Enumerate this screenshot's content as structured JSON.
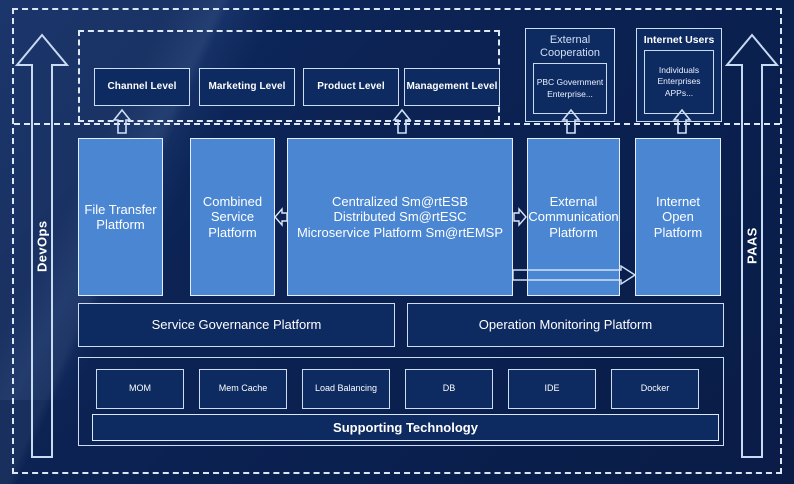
{
  "colors": {
    "background_dark": "#0b2150",
    "panel_dark": "#0d2a61",
    "platform_blue": "#4a86d2",
    "outline": "#ccdcf2",
    "text": "#ffffff"
  },
  "side_arrows": {
    "left": {
      "label": "DevOps",
      "direction": "up"
    },
    "right": {
      "label": "PAAS",
      "direction": "up"
    }
  },
  "business_levels": {
    "items": [
      {
        "label": "Channel Level"
      },
      {
        "label": "Marketing Level"
      },
      {
        "label": "Product Level"
      },
      {
        "label": "Management Level"
      }
    ]
  },
  "external_groups": [
    {
      "title": "External Cooperation",
      "detail": "PBC Government Enterprise..."
    },
    {
      "title": "Internet Users",
      "detail": "Individuals Enterprises APPs..."
    }
  ],
  "platforms": [
    {
      "label": "File Transfer Platform"
    },
    {
      "label": "Combined Service Platform"
    },
    {
      "label": "Centralized Sm@rtESB\nDistributed Sm@rtESC\nMicroservice Platform Sm@rtEMSP"
    },
    {
      "label": "External Communication Platform"
    },
    {
      "label": "Internet Open Platform"
    }
  ],
  "management_row": [
    {
      "label": "Service Governance Platform"
    },
    {
      "label": "Operation Monitoring Platform"
    }
  ],
  "supporting": {
    "bar_label": "Supporting Technology",
    "items": [
      {
        "label": "MOM"
      },
      {
        "label": "Mem Cache"
      },
      {
        "label": "Load Balancing"
      },
      {
        "label": "DB"
      },
      {
        "label": "IDE"
      },
      {
        "label": "Docker"
      }
    ]
  }
}
